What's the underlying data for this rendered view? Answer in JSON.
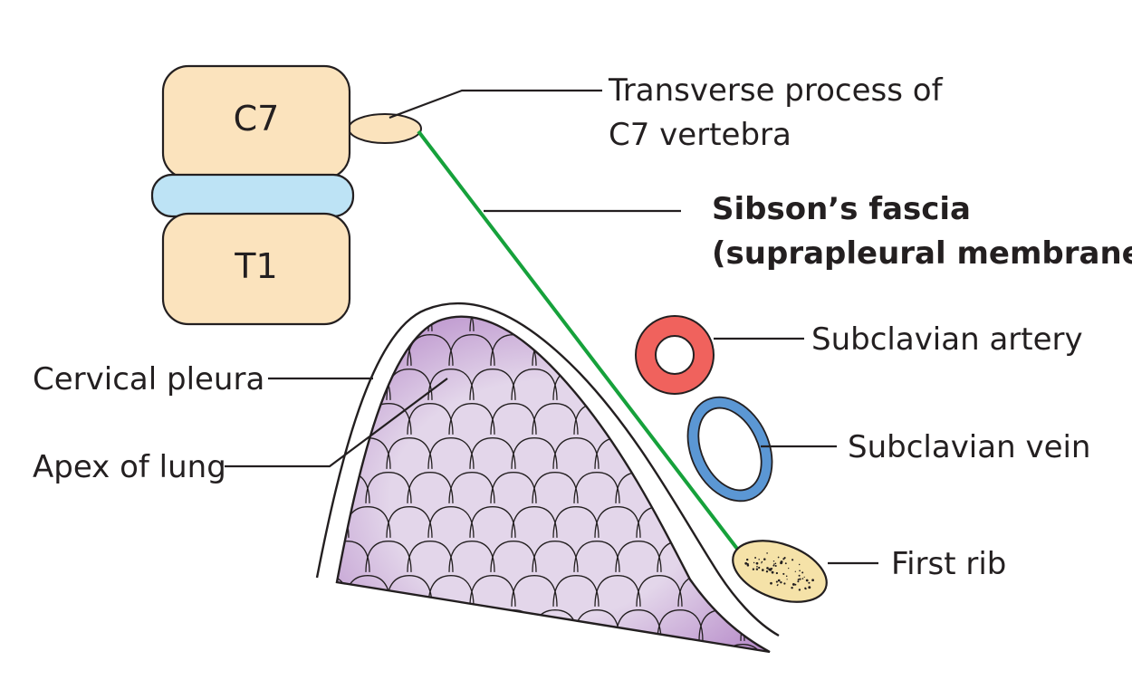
{
  "colors": {
    "bone": "#fbe3bd",
    "disc": "#bde3f5",
    "lung_fill": "#e3d6ea",
    "lung_dark": "#a97bbf",
    "lung_cell": "#231f20",
    "fascia": "#16a13b",
    "artery": "#f0625d",
    "vein": "#5b97d4",
    "vein_fill": "#d6e7f7",
    "rib": "#f5e2a8",
    "outline": "#231f20"
  },
  "vertebrae": {
    "upper_label": "C7",
    "lower_label": "T1"
  },
  "labels": {
    "transverse_process_line1": "Transverse process of",
    "transverse_process_line2": "C7 vertebra",
    "sibsons_fascia_line1": "Sibson’s fascia",
    "sibsons_fascia_line2": "(suprapleural membrane)",
    "subclavian_artery": "Subclavian artery",
    "subclavian_vein": "Subclavian vein",
    "first_rib": "First rib",
    "cervical_pleura": "Cervical pleura",
    "apex_of_lung": "Apex of lung"
  }
}
